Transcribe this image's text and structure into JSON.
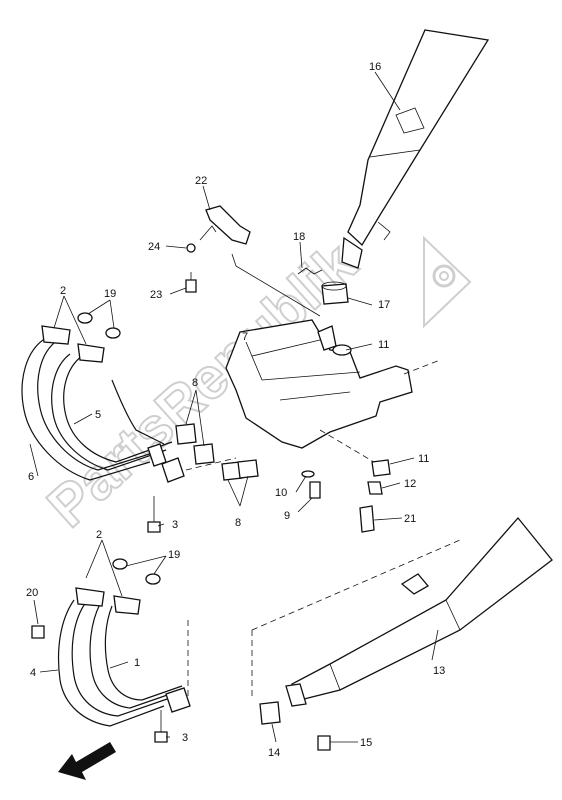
{
  "watermark": "PartsRepublik",
  "part_labels": [
    "1",
    "2",
    "3",
    "4",
    "5",
    "6",
    "7",
    "8",
    "9",
    "10",
    "11",
    "12",
    "13",
    "14",
    "15",
    "16",
    "17",
    "18",
    "19",
    "20",
    "21",
    "22",
    "23",
    "24"
  ],
  "callouts": {
    "c16": "16",
    "c22": "22",
    "c24": "24",
    "c18": "18",
    "c23": "23",
    "c17": "17",
    "c2a": "2",
    "c19a": "19",
    "c7": "7",
    "c11a": "11",
    "c8a": "8",
    "c5": "5",
    "c6": "6",
    "c11b": "11",
    "c12": "12",
    "c10": "10",
    "c9": "9",
    "c21": "21",
    "c3a": "3",
    "c8b": "8",
    "c2b": "2",
    "c19b": "19",
    "c20": "20",
    "c1": "1",
    "c4": "4",
    "c13": "13",
    "c3b": "3",
    "c14": "14",
    "c15": "15"
  },
  "icons": {
    "gear": "gear-icon",
    "direction_arrow": "front-arrow-icon"
  }
}
